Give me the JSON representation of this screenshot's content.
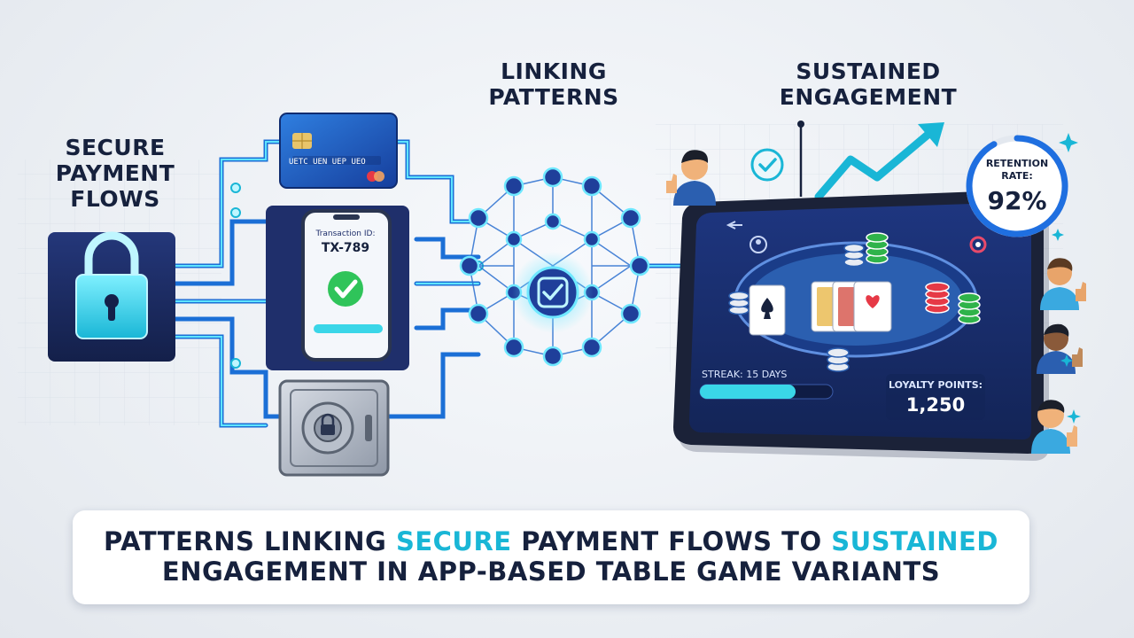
{
  "headings": {
    "secure_payment_flows": "SECURE\nPAYMENT\nFLOWS",
    "linking_patterns": "LINKING\nPATTERNS",
    "sustained_engagement": "SUSTAINED\nENGAGEMENT"
  },
  "card": {
    "number_text": "UETC UEN UEP UEO"
  },
  "phone": {
    "transaction_label": "Transaction ID:",
    "transaction_id": "TX-789"
  },
  "tablet": {
    "streak_label": "STREAK: 15 DAYS",
    "streak_progress": 0.72,
    "loyalty_label": "LOYALTY POINTS:",
    "loyalty_value": "1,250"
  },
  "retention": {
    "label": "RETENTION RATE:",
    "value": "92%",
    "fraction": 0.92
  },
  "banner": {
    "line1_part1": "PATTERNS LINKING ",
    "line1_highlight1": "SECURE",
    "line1_part2": " PAYMENT FLOWS TO ",
    "line1_highlight2": "SUSTAINED",
    "line2": "ENGAGEMENT IN APP-BASED TABLE GAME VARIANTS"
  },
  "colors": {
    "navy": "#16213d",
    "accent_cyan": "#19b6d6",
    "circuit_blue": "#1b6fd6",
    "panel_navy": "#1f2f6b",
    "success_green": "#2fc45a",
    "felt_blue": "#2b5fb0"
  },
  "icons": [
    "lock-icon",
    "credit-card-icon",
    "smartphone-icon",
    "checkmark-icon",
    "safe-vault-icon",
    "network-node-icon",
    "shield-check-icon",
    "trend-arrow-icon",
    "thumbs-up-icon",
    "poker-chip-icon",
    "playing-card-icon",
    "sparkle-icon"
  ]
}
